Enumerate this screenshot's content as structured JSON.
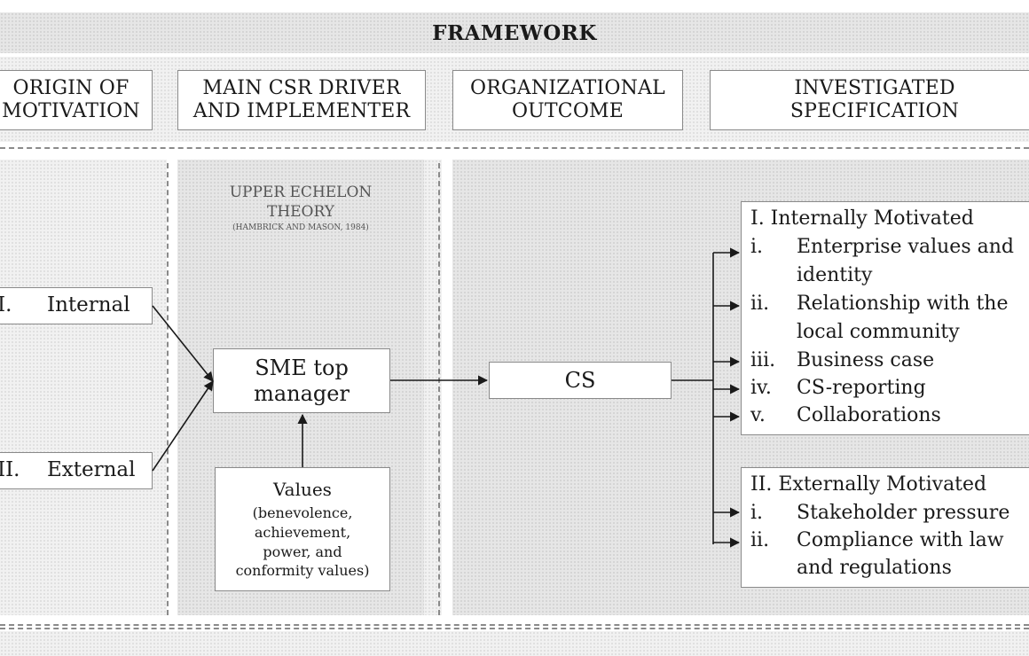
{
  "framework": {
    "title": "FRAMEWORK"
  },
  "headers": [
    {
      "line1": "ORIGIN OF",
      "line2": "MOTIVATION"
    },
    {
      "line1": "MAIN CSR DRIVER",
      "line2": "AND IMPLEMENTER"
    },
    {
      "line1": "ORGANIZATIONAL",
      "line2": "OUTCOME"
    },
    {
      "line1": "INVESTIGATED",
      "line2": "SPECIFICATION"
    }
  ],
  "theory": {
    "line1": "UPPER ECHELON",
    "line2": "THEORY",
    "citation": "(HAMBRICK AND MASON, 1984)"
  },
  "origin": {
    "internal": {
      "numeral": "I.",
      "label": "Internal"
    },
    "external": {
      "numeral": "II.",
      "label": "External"
    }
  },
  "manager": {
    "line1": "SME top",
    "line2": "manager"
  },
  "values": {
    "title": "Values",
    "lines": [
      "(benevolence,",
      "achievement,",
      "power, and",
      "conformity values)"
    ]
  },
  "outcome": {
    "label": "CS"
  },
  "internally_motivated": {
    "title": "I. Internally Motivated",
    "items": [
      {
        "numeral": "i.",
        "line1": "Enterprise values and",
        "line2": "identity"
      },
      {
        "numeral": "ii.",
        "line1": "Relationship with the",
        "line2": "local community"
      },
      {
        "numeral": "iii.",
        "line1": "Business case",
        "line2": ""
      },
      {
        "numeral": "iv.",
        "line1": "CS-reporting",
        "line2": ""
      },
      {
        "numeral": "v.",
        "line1": "Collaborations",
        "line2": ""
      }
    ]
  },
  "externally_motivated": {
    "title": "II. Externally Motivated",
    "items": [
      {
        "numeral": "i.",
        "line1": "Stakeholder pressure",
        "line2": ""
      },
      {
        "numeral": "ii.",
        "line1": "Compliance with law",
        "line2": "and regulations"
      }
    ]
  },
  "colors": {
    "line": "#1a1a1a",
    "border": "#8a8a8a",
    "panel": "#e6e6e6"
  }
}
